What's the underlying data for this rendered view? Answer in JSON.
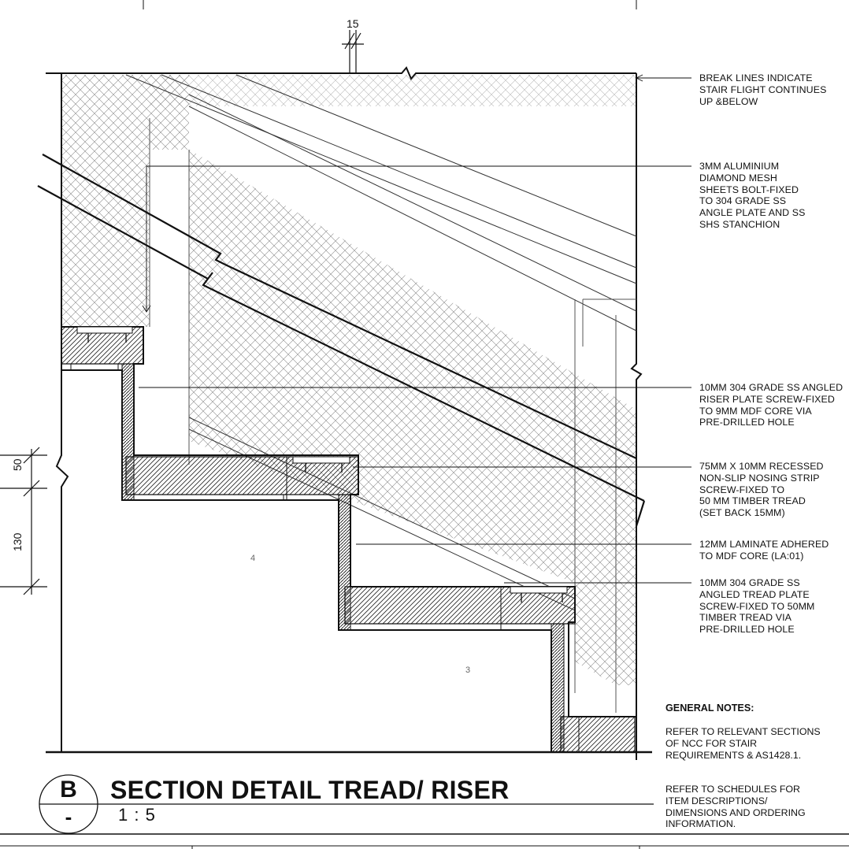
{
  "dimensions": {
    "top": "15",
    "nosing": "50",
    "riser": "130"
  },
  "step_numbers": [
    "4",
    "3"
  ],
  "annotations": [
    "BREAK LINES INDICATE\nSTAIR FLIGHT CONTINUES\nUP &BELOW",
    "3MM ALUMINIUM\nDIAMOND MESH\nSHEETS BOLT-FIXED\nTO 304 GRADE SS\nANGLE PLATE AND SS\nSHS STANCHION",
    "10MM 304 GRADE SS ANGLED\nRISER PLATE SCREW-FIXED\nTO 9MM MDF CORE VIA\nPRE-DRILLED HOLE",
    "75MM X 10MM RECESSED\nNON-SLIP NOSING STRIP\nSCREW-FIXED TO\n50 MM TIMBER TREAD\n(SET BACK 15MM)",
    "12MM LAMINATE ADHERED\nTO MDF CORE (LA:01)",
    "10MM 304 GRADE SS\nANGLED TREAD PLATE\nSCREW-FIXED TO 50MM\nTIMBER TREAD VIA\nPRE-DRILLED HOLE"
  ],
  "general_notes": {
    "title": "GENERAL NOTES:",
    "items": [
      "REFER TO RELEVANT SECTIONS\nOF NCC FOR STAIR\nREQUIREMENTS & AS1428.1.",
      "REFER TO SCHEDULES FOR\nITEM DESCRIPTIONS/\nDIMENSIONS AND ORDERING\nINFORMATION."
    ]
  },
  "title_block": {
    "ref_letter": "B",
    "ref_sheet": "-",
    "title": "SECTION DETAIL TREAD/ RISER",
    "scale": "1 : 5"
  }
}
